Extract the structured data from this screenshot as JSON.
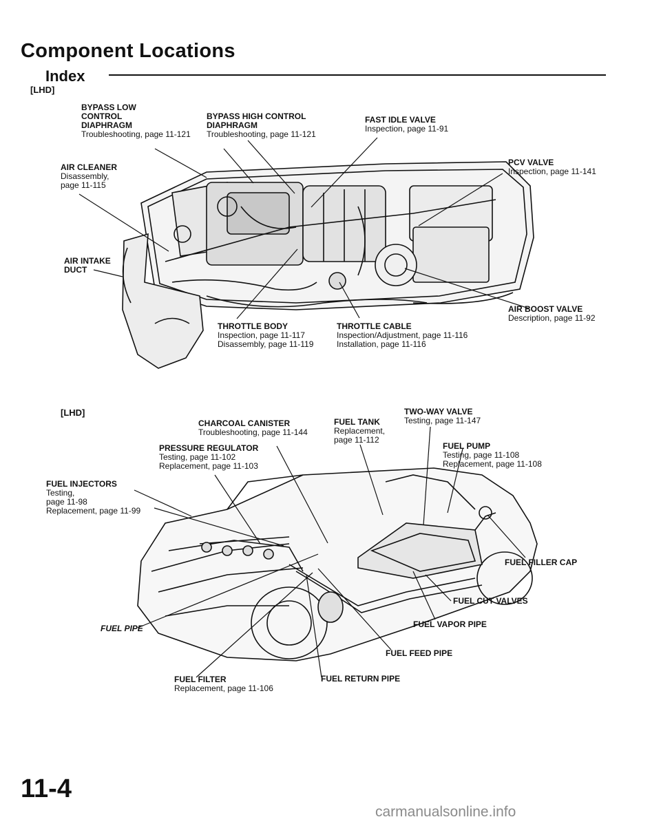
{
  "header": {
    "title": "Component Locations",
    "subtitle": "Index"
  },
  "sections": {
    "engine_label": "[LHD]",
    "fuel_label": "[LHD]"
  },
  "engine_callouts": {
    "bypass_low": {
      "name": "BYPASS LOW\nCONTROL\nDIAPHRAGM",
      "desc": "Troubleshooting, page 11-121"
    },
    "bypass_high": {
      "name": "BYPASS HIGH CONTROL\nDIAPHRAGM",
      "desc": "Troubleshooting, page 11-121"
    },
    "fast_idle": {
      "name": "FAST IDLE VALVE",
      "desc": "Inspection, page 11-91"
    },
    "air_cleaner": {
      "name": "AIR CLEANER",
      "desc": "Disassembly,\npage 11-115"
    },
    "pcv_valve": {
      "name": "PCV VALVE",
      "desc": "Inspection, page 11-141"
    },
    "air_intake": {
      "name": "AIR INTAKE\nDUCT",
      "desc": ""
    },
    "air_boost": {
      "name": "AIR BOOST VALVE",
      "desc": "Description, page 11-92"
    },
    "throttle_body": {
      "name": "THROTTLE BODY",
      "desc": "Inspection, page 11-117\nDisassembly, page 11-119"
    },
    "throttle_cable": {
      "name": "THROTTLE CABLE",
      "desc": "Inspection/Adjustment, page 11-116\nInstallation, page 11-116"
    }
  },
  "fuel_callouts": {
    "charcoal": {
      "name": "CHARCOAL CANISTER",
      "desc": "Troubleshooting, page 11-144"
    },
    "fuel_tank": {
      "name": "FUEL TANK",
      "desc": "Replacement,\npage 11-112"
    },
    "two_way": {
      "name": "TWO-WAY VALVE",
      "desc": "Testing, page 11-147"
    },
    "pressure_reg": {
      "name": "PRESSURE REGULATOR",
      "desc": "Testing, page 11-102\nReplacement, page 11-103"
    },
    "fuel_pump": {
      "name": "FUEL PUMP",
      "desc": "Testing, page 11-108\nReplacement, page 11-108"
    },
    "injectors": {
      "name": "FUEL INJECTORS",
      "desc": "Testing,\npage 11-98\nReplacement, page 11-99"
    },
    "filler_cap": {
      "name": "FUEL FILLER CAP",
      "desc": ""
    },
    "cut_valves": {
      "name": "FUEL CUT VALVES",
      "desc": ""
    },
    "fuel_pipe": {
      "name": "FUEL PIPE",
      "desc": ""
    },
    "vapor_pipe": {
      "name": "FUEL VAPOR PIPE",
      "desc": ""
    },
    "feed_pipe": {
      "name": "FUEL FEED PIPE",
      "desc": ""
    },
    "fuel_filter": {
      "name": "FUEL FILTER",
      "desc": "Replacement, page 11-106"
    },
    "return_pipe": {
      "name": "FUEL RETURN PIPE",
      "desc": ""
    }
  },
  "footer": {
    "page_number": "11-4",
    "watermark": "carmanualsonline.info"
  }
}
